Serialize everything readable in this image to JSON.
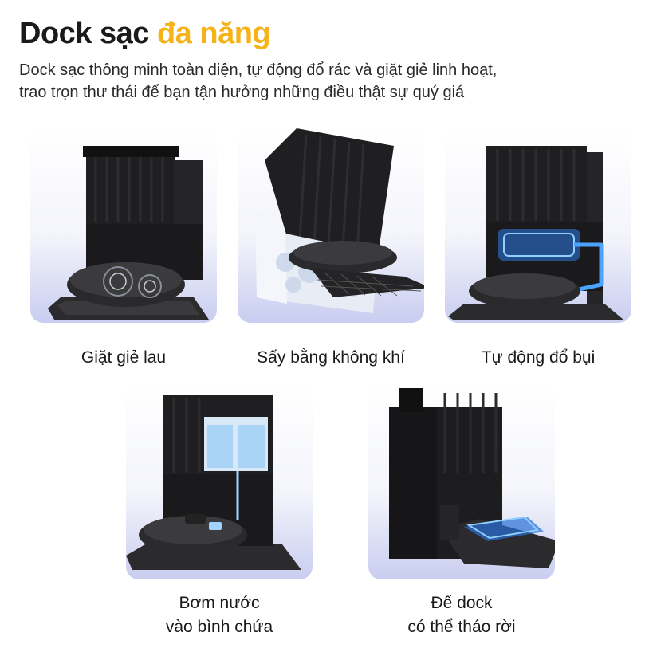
{
  "header": {
    "title_main": "Dock sạc",
    "title_accent": "đa năng",
    "subtitle_line1": "Dock sạc thông minh toàn diện, tự động đổ rác và giặt giẻ linh hoạt,",
    "subtitle_line2": "trao trọn thư thái để bạn tận hưởng những điều thật sự quý giá"
  },
  "colors": {
    "accent": "#f5b318",
    "card_gradient_bottom": "#c9cdf0",
    "highlight_blue": "#2f7ce8"
  },
  "features": [
    {
      "caption": "Giặt giẻ lau"
    },
    {
      "caption": "Sấy bằng không khí"
    },
    {
      "caption": "Tự động đổ bụi"
    },
    {
      "caption_line1": "Bơm nước",
      "caption_line2": "vào bình chứa"
    },
    {
      "caption_line1": "Đế dock",
      "caption_line2": "có thể tháo rời"
    }
  ]
}
